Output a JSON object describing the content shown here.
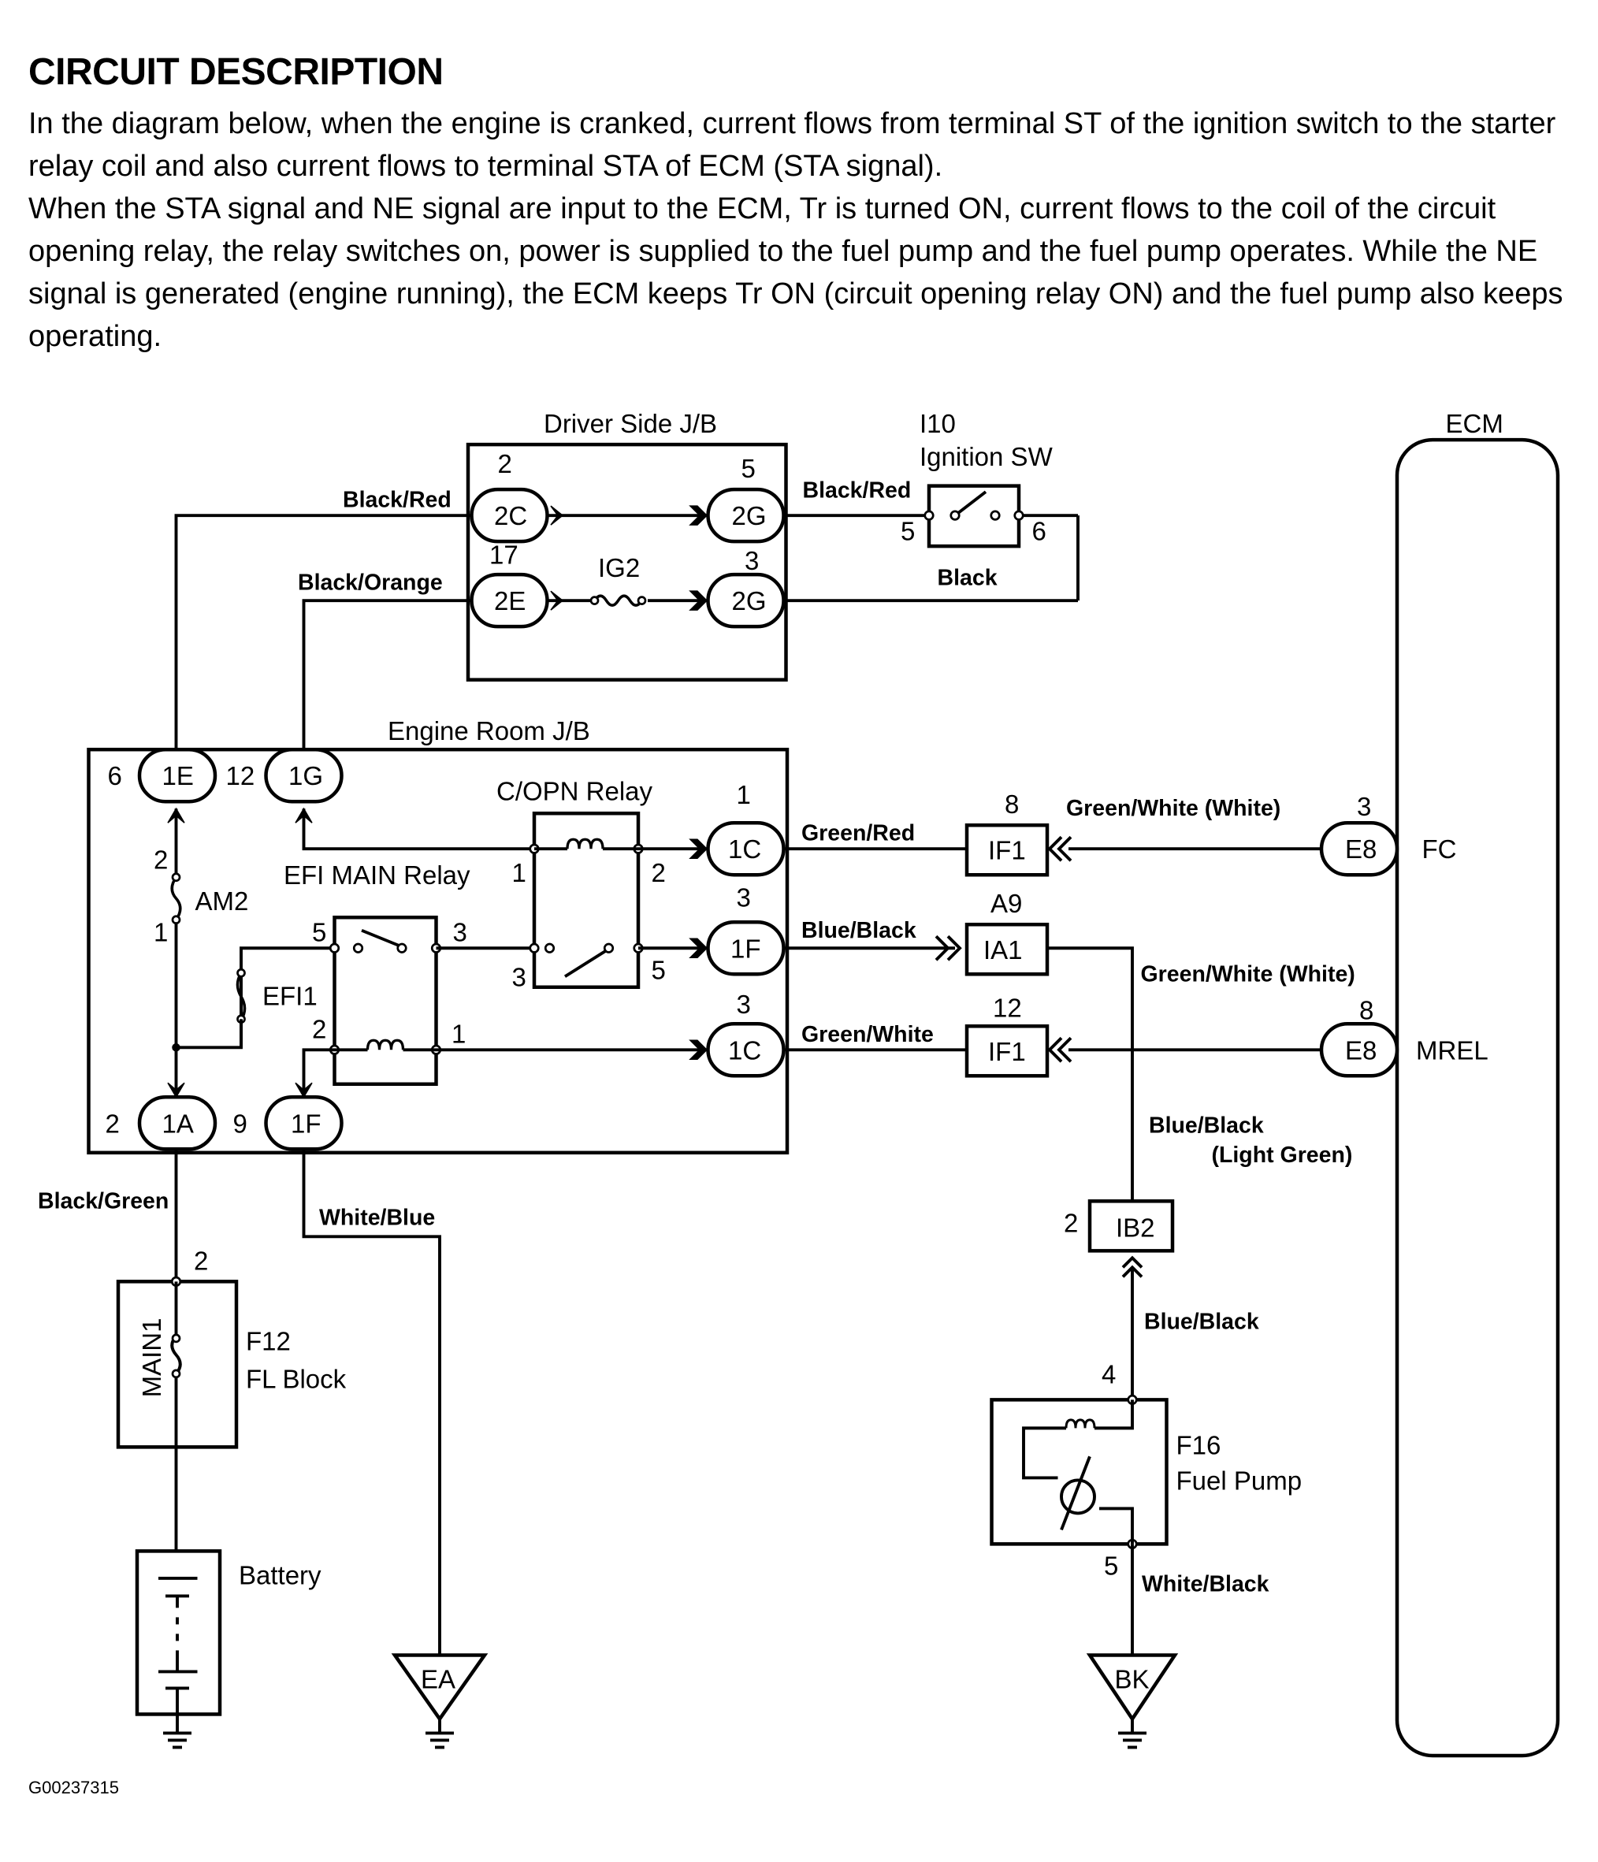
{
  "section": {
    "title": "CIRCUIT DESCRIPTION",
    "paragraphs": [
      "In the diagram below, when the engine is cranked, current flows from terminal ST of the ignition switch to the starter relay coil and also current flows to terminal STA of ECM (STA signal).",
      "When the STA signal and NE signal are input to the ECM, Tr is turned ON, current flows to the coil of the circuit opening relay, the relay switches on, power is supplied to the fuel pump and the fuel pump operates. While the NE signal is generated (engine running), the ECM keeps Tr ON (circuit opening relay ON) and the fuel pump also keeps operating."
    ]
  },
  "diagram": {
    "driver_jb": {
      "title": "Driver Side J/B",
      "conn_2c": "2C",
      "pin_2c": "2",
      "conn_2g_top": "2G",
      "pin_2g_top": "5",
      "conn_2e": "2E",
      "pin_2e": "17",
      "conn_2g_bot": "2G",
      "pin_2g_bot": "3",
      "fuse": "IG2"
    },
    "ignition": {
      "id": "I10",
      "name": "Ignition SW",
      "pin_left": "5",
      "pin_right": "6",
      "wire_below": "Black"
    },
    "ecm": {
      "title": "ECM",
      "fc": "FC",
      "mrel": "MREL",
      "conn_fc": "E8",
      "pin_fc": "3",
      "conn_mrel": "E8",
      "pin_mrel": "8"
    },
    "engine_jb": {
      "title": "Engine Room J/B",
      "conn_1e": "1E",
      "pin_1e": "6",
      "conn_1g": "1G",
      "pin_1g": "12",
      "conn_1a": "1A",
      "pin_1a": "2",
      "conn_1f_bot": "1F",
      "pin_1f_bot": "9",
      "conn_1c_top": "1C",
      "pin_1c_top": "1",
      "conn_1f_mid": "1F",
      "pin_1f_mid": "3",
      "conn_1c_bot": "1C",
      "pin_1c_bot": "3",
      "copn_relay": "C/OPN Relay",
      "copn_pin1": "1",
      "copn_pin2": "2",
      "copn_pin3": "3",
      "copn_pin5": "5",
      "efi_relay": "EFI MAIN Relay",
      "efi_pin5": "5",
      "efi_pin3": "3",
      "efi_pin2": "2",
      "efi_pin1": "1",
      "fuse_am2": "AM2",
      "am2_pin2": "2",
      "am2_pin1": "1",
      "fuse_efi1": "EFI1"
    },
    "junctions": {
      "if1_top": "IF1",
      "if1_top_pin": "8",
      "ia1": "IA1",
      "ia1_id": "A9",
      "if1_bot": "IF1",
      "if1_bot_pin": "12",
      "ib2": "IB2",
      "ib2_pin": "2"
    },
    "wires": {
      "black_red_left": "Black/Red",
      "black_orange": "Black/Orange",
      "black_red_right": "Black/Red",
      "green_red": "Green/Red",
      "green_white_white_top": "Green/White  (White)",
      "blue_black_ia1": "Blue/Black",
      "green_white_white_mid": "Green/White  (White)",
      "green_white": "Green/White",
      "blue_black_lg_1": "Blue/Black",
      "blue_black_lg_2": "(Light Green)",
      "black_green": "Black/Green",
      "white_blue": "White/Blue",
      "blue_black_pump": "Blue/Black",
      "white_black": "White/Black"
    },
    "fl_block": {
      "id": "F12",
      "name": "FL Block",
      "fuse": "MAIN1",
      "pin": "2"
    },
    "battery": {
      "name": "Battery"
    },
    "fuel_pump": {
      "id": "F16",
      "name": "Fuel Pump",
      "pin_top": "4",
      "pin_bot": "5"
    },
    "grounds": {
      "ea": "EA",
      "bk": "BK"
    },
    "figure_id": "G00237315"
  }
}
